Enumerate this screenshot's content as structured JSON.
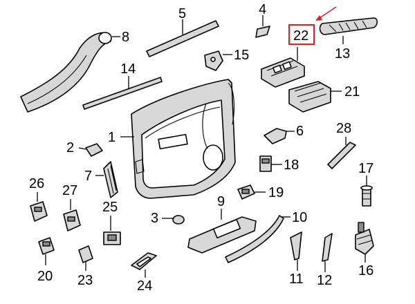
{
  "callouts": {
    "c1": "1",
    "c2": "2",
    "c3": "3",
    "c4": "4",
    "c5": "5",
    "c6": "6",
    "c7": "7",
    "c8": "8",
    "c9": "9",
    "c10": "10",
    "c11": "11",
    "c12": "12",
    "c13": "13",
    "c14": "14",
    "c15": "15",
    "c16": "16",
    "c17": "17",
    "c19": "19",
    "c18": "18",
    "c20": "20",
    "c21": "21",
    "c22": "22",
    "c23": "23",
    "c24": "24",
    "c25": "25",
    "c26": "26",
    "c27": "27",
    "c28": "28"
  },
  "colors": {
    "highlight_box": "#e0201e",
    "highlight_arrow": "#e0201e",
    "line": "#000000",
    "part_fill": "#d7d7d7"
  }
}
